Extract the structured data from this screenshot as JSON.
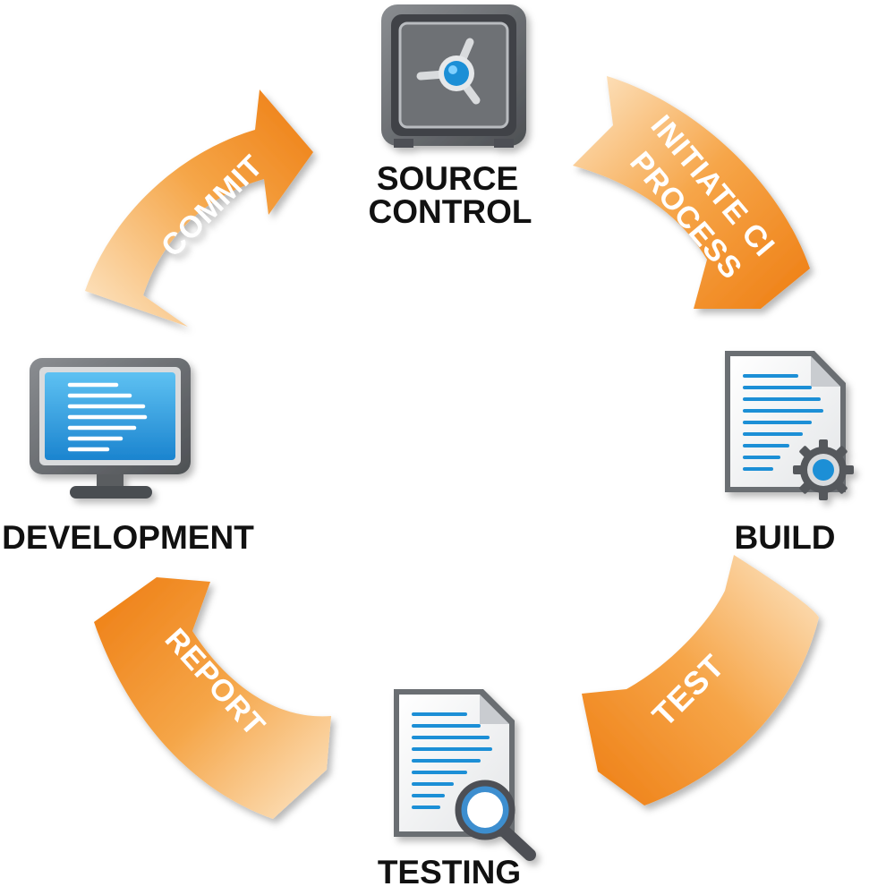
{
  "nodes": {
    "source_control": {
      "line1": "SOURCE",
      "line2": "CONTROL",
      "icon": "safe-vault-icon"
    },
    "build": {
      "label": "BUILD",
      "icon": "document-gear-icon"
    },
    "testing": {
      "label": "TESTING",
      "icon": "document-magnifier-icon"
    },
    "development": {
      "label": "DEVELOPMENT",
      "icon": "computer-monitor-icon"
    }
  },
  "arrows": {
    "commit": "COMMIT",
    "initiate_line1": "INITIATE CI",
    "initiate_line2": "PROCESS",
    "test": "TEST",
    "report": "REPORT"
  },
  "colors": {
    "arrow_dark": "#ee7d12",
    "arrow_light": "#fde7c8",
    "icon_gray": "#6b6e72",
    "accent_blue": "#1b8fd6"
  }
}
